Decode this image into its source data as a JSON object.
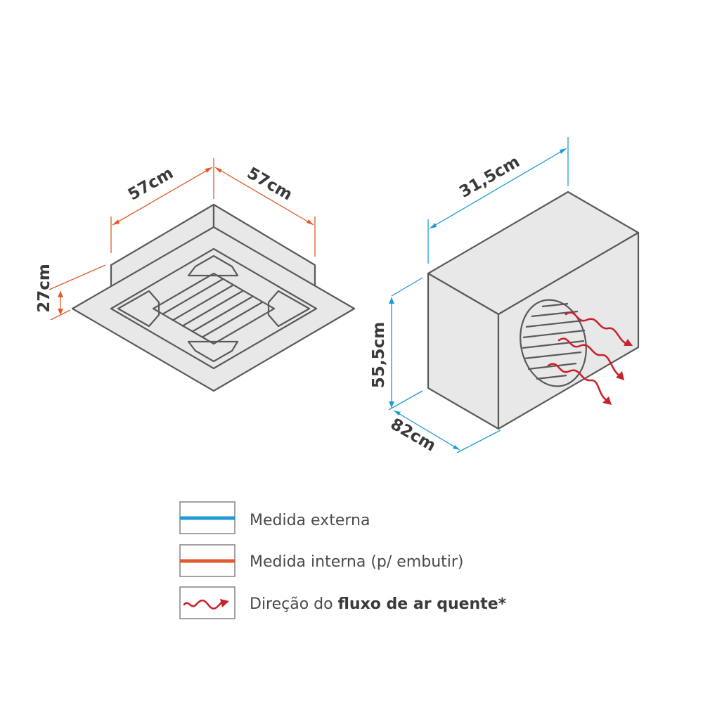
{
  "colors": {
    "external": "#1e9bd7",
    "internal": "#e05a2b",
    "airflow": "#c8232c",
    "outline": "#5a5a5a",
    "fill": "#e8e8e8",
    "text": "#3a3a3a"
  },
  "indoor_unit": {
    "width_label": "57cm",
    "depth_label": "57cm",
    "height_label": "27cm"
  },
  "outdoor_unit": {
    "depth_label": "31,5cm",
    "height_label": "55,5cm",
    "width_label": "82cm"
  },
  "legend": {
    "external": {
      "icon": "blue-line",
      "label": "Medida externa"
    },
    "internal": {
      "icon": "orange-line",
      "label": "Medida interna (p/ embutir)"
    },
    "airflow": {
      "icon": "wavy-arrow",
      "label_prefix": "Direção do ",
      "label_bold": "fluxo de ar quente*"
    }
  }
}
